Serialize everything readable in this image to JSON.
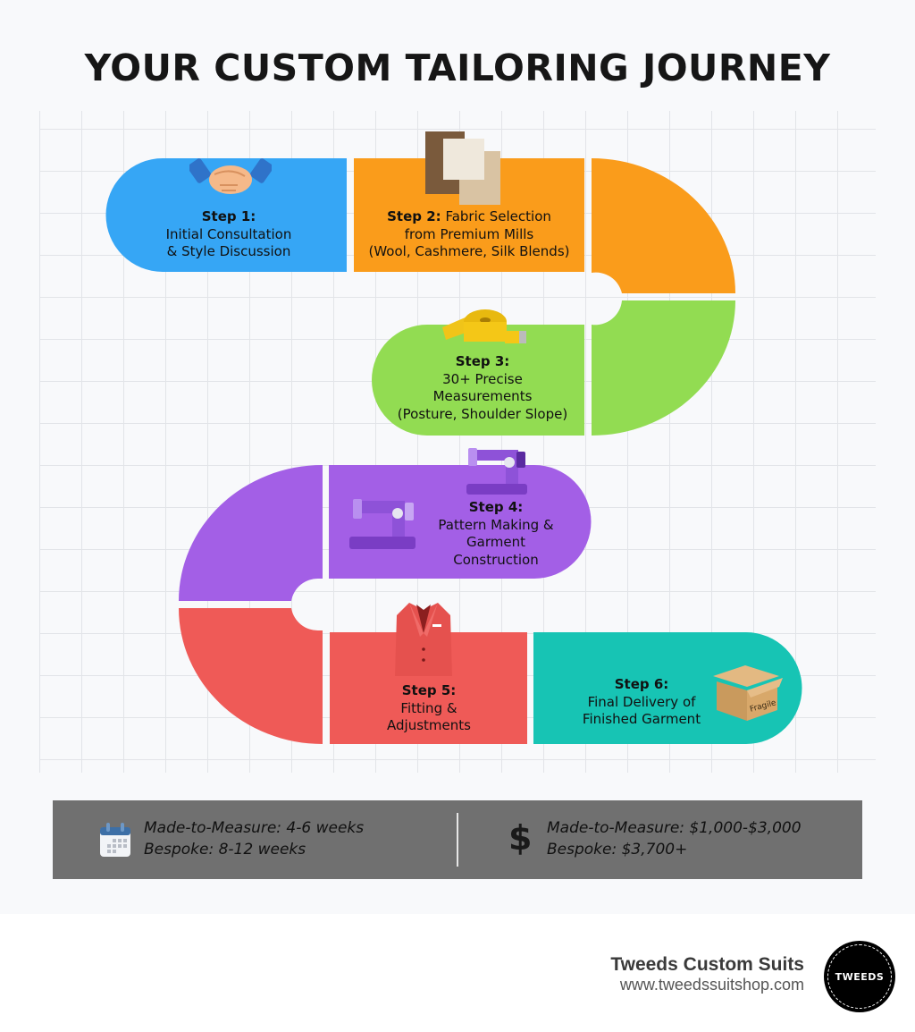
{
  "title": "YOUR CUSTOM TAILORING JOURNEY",
  "colors": {
    "step1": "#36a6f5",
    "step2": "#fa9c1b",
    "step3": "#92dc52",
    "step4": "#a35fe6",
    "step5": "#ef5a57",
    "step6": "#17c4b4",
    "info_bar": "#707070"
  },
  "steps": [
    {
      "label": "Step 1:",
      "lines": [
        "Initial Consultation",
        "& Style Discussion"
      ],
      "icon": "handshake-icon"
    },
    {
      "label": "Step 2:",
      "lines": [
        "Fabric Selection",
        "from Premium Mills",
        "(Wool, Cashmere, Silk Blends)"
      ],
      "icon": "fabric-swatches-icon"
    },
    {
      "label": "Step 3:",
      "lines": [
        "30+ Precise",
        "Measurements",
        "(Posture, Shoulder Slope)"
      ],
      "icon": "measuring-tape-icon"
    },
    {
      "label": "Step 4:",
      "lines": [
        "Pattern Making &",
        "Garment",
        "Construction"
      ],
      "icon": "sewing-machine-icon"
    },
    {
      "label": "Step 5:",
      "lines": [
        "Fitting &",
        "Adjustments"
      ],
      "icon": "suit-jacket-icon"
    },
    {
      "label": "Step 6:",
      "lines": [
        "Final Delivery of",
        "Finished Garment"
      ],
      "icon": "package-box-icon",
      "box_label": "Fragile"
    }
  ],
  "info": {
    "timeline": {
      "icon": "calendar-icon",
      "lines": [
        "Made-to-Measure: 4-6 weeks",
        "Bespoke: 8-12 weeks"
      ]
    },
    "pricing": {
      "icon": "dollar-icon",
      "symbol": "$",
      "lines": [
        "Made-to-Measure: $1,000-$3,000",
        "Bespoke: $3,700+"
      ]
    }
  },
  "brand": {
    "name": "Tweeds Custom Suits",
    "url": "www.tweedssuitshop.com",
    "logo_text": "TWEEDS"
  }
}
